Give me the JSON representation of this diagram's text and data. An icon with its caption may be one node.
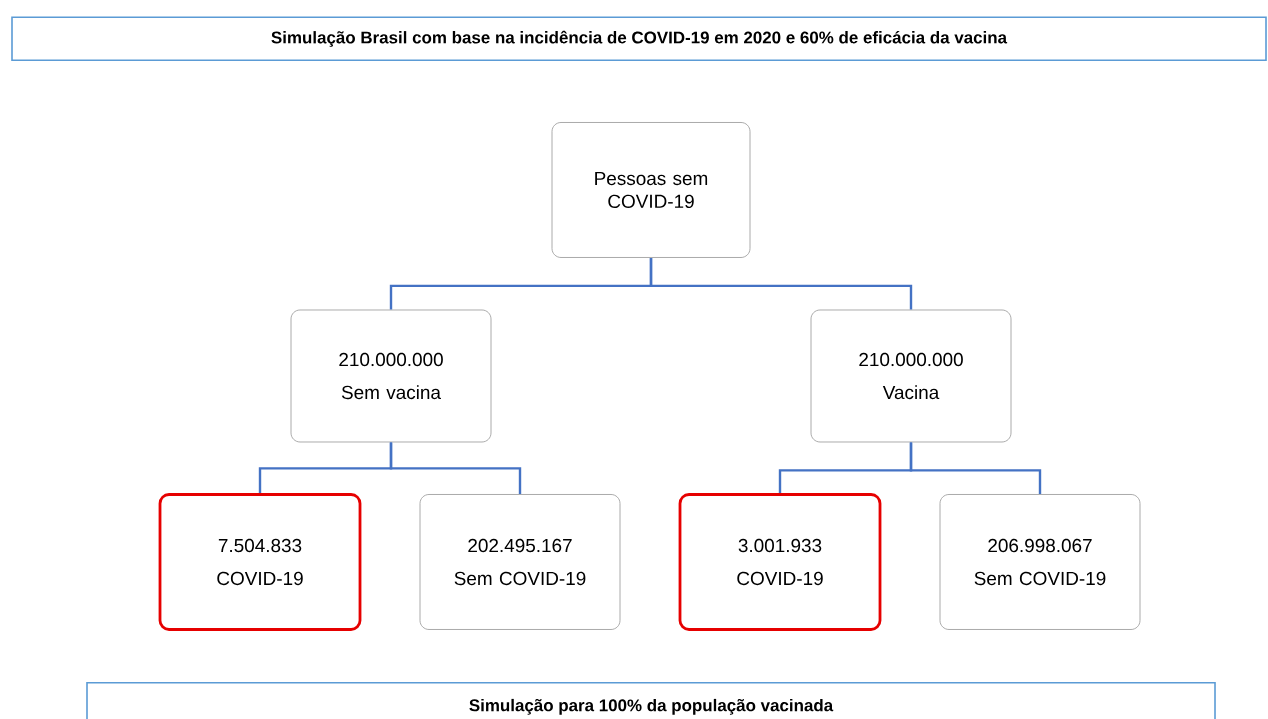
{
  "diagram": {
    "nodes": [
      {
        "text": [
          "Simulação Brasil com base na incidência de COVID-19 em 2020 e 60% de eficácia da vacina"
        ]
      },
      {
        "text": [
          "Pessoas sem COVID-19"
        ]
      },
      {
        "text": [
          "210.000.000",
          "Sem vacina"
        ]
      },
      {
        "text": [
          "210.000.000",
          "Vacina"
        ]
      },
      {
        "text": [
          "7.504.833",
          "COVID-19"
        ]
      },
      {
        "text": [
          "202.495.167",
          "Sem COVID-19"
        ]
      },
      {
        "text": [
          "3.001.933",
          "COVID-19"
        ]
      },
      {
        "text": [
          "206.998.067",
          "Sem COVID-19"
        ]
      },
      {
        "text": [
          "Simulação para 100% da população vacinada"
        ]
      }
    ],
    "edges": [
      {
        "from": 1,
        "to": 2,
        "arrow": "none"
      },
      {
        "from": 1,
        "to": 3,
        "arrow": "none"
      },
      {
        "from": 2,
        "to": 4,
        "arrow": "none"
      },
      {
        "from": 2,
        "to": 5,
        "arrow": "none"
      },
      {
        "from": 3,
        "to": 6,
        "arrow": "none"
      },
      {
        "from": 3,
        "to": 7,
        "arrow": "none"
      }
    ]
  }
}
